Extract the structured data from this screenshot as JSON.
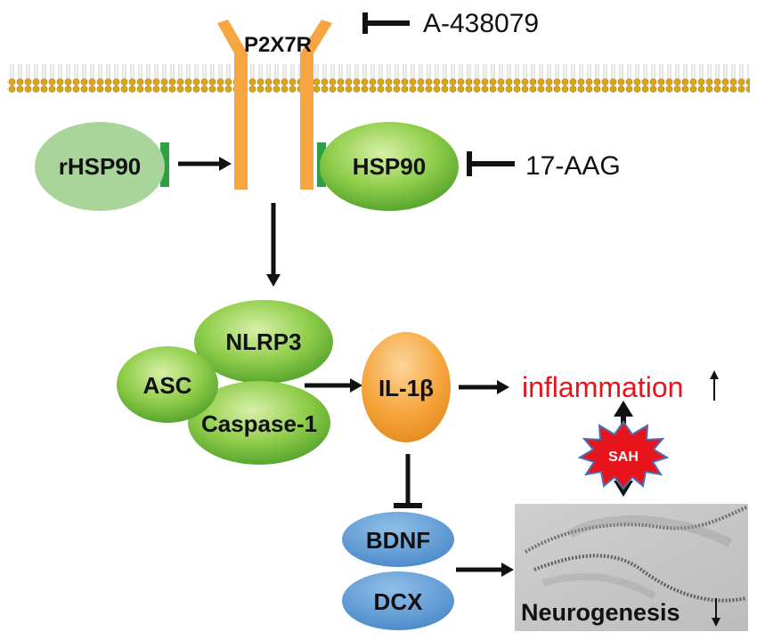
{
  "receptor": {
    "label": "P2X7R"
  },
  "inhibitors": {
    "a438079": "A-438079",
    "aag17": "17-AAG"
  },
  "proteins": {
    "rhsp90": "rHSP90",
    "hsp90": "HSP90",
    "nlrp3": "NLRP3",
    "asc": "ASC",
    "caspase1": "Caspase-1",
    "il1b": "IL-1β",
    "bdnf": "BDNF",
    "dcx": "DCX"
  },
  "outcomes": {
    "inflammation": "inflammation",
    "sah": "SAH",
    "neurogenesis": "Neurogenesis"
  },
  "colors": {
    "receptor": "#f7a541",
    "green_protein": "#7cc640",
    "rhsp90": "#a9d59b",
    "il1b": "#f7a541",
    "blue_protein": "#5b9bd5",
    "inflammation_text": "#e8141c",
    "sah_star": "#e8141c",
    "membrane_head": "#d9a520"
  },
  "icons": {
    "arrow": "arrow-icon",
    "inhibition": "inhibition-bar-icon",
    "up": "up-arrow-icon",
    "down": "down-arrow-icon"
  }
}
